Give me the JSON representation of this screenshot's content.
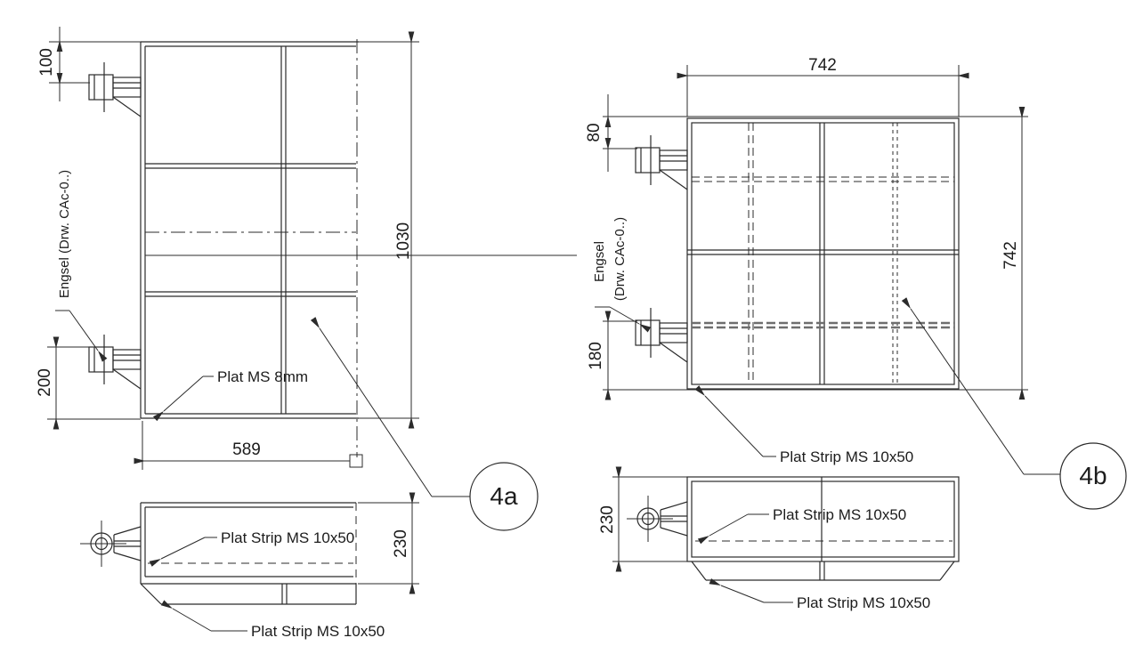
{
  "colors": {
    "line": "#2b2b2b",
    "bold_dash": "#6e6e6e",
    "background": "#ffffff",
    "text": "#1c1c1c"
  },
  "views": {
    "front_left": {
      "callout": "4a",
      "dim_hinge_top": "100",
      "dim_hinge_bottom": "200",
      "dim_height": "1030",
      "dim_width": "589",
      "label_plate": "Plat MS 8mm",
      "label_hinge": "Engsel (Drw. CAc-0..)"
    },
    "side_left": {
      "dim_depth": "230",
      "label_strip_mid": "Plat Strip MS 10x50",
      "label_strip_bottom": "Plat Strip MS 10x50"
    },
    "front_right": {
      "callout": "4b",
      "dim_width": "742",
      "dim_height": "742",
      "dim_hinge_top": "80",
      "dim_hinge_bottom": "180",
      "label_strip": "Plat Strip MS 10x50",
      "label_hinge_line1": "Engsel",
      "label_hinge_line2": "(Drw. CAc-0..)"
    },
    "side_right": {
      "dim_depth": "230",
      "label_strip_mid": "Plat Strip MS 10x50",
      "label_strip_bottom": "Plat Strip MS 10x50"
    }
  }
}
